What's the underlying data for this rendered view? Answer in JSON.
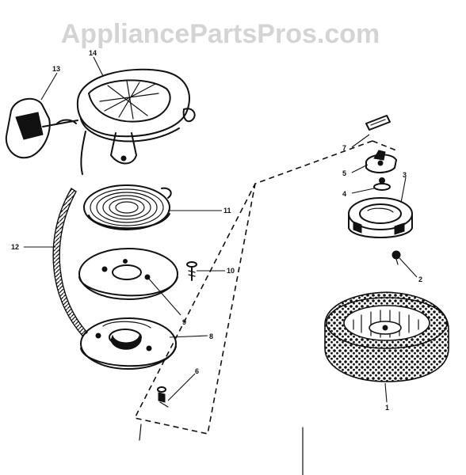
{
  "watermark": {
    "text": "AppliancePartsPros.com",
    "color": "#d4d4d4"
  },
  "callouts": [
    {
      "id": "callout-1",
      "label": "1"
    },
    {
      "id": "callout-2",
      "label": "2"
    },
    {
      "id": "callout-3",
      "label": "3"
    },
    {
      "id": "callout-4",
      "label": "4"
    },
    {
      "id": "callout-5",
      "label": "5"
    },
    {
      "id": "callout-6",
      "label": "6"
    },
    {
      "id": "callout-7",
      "label": "7"
    },
    {
      "id": "callout-8",
      "label": "8"
    },
    {
      "id": "callout-9",
      "label": "9"
    },
    {
      "id": "callout-10",
      "label": "10"
    },
    {
      "id": "callout-11",
      "label": "11"
    },
    {
      "id": "callout-12",
      "label": "12"
    },
    {
      "id": "callout-13",
      "label": "13"
    },
    {
      "id": "callout-14",
      "label": "14"
    }
  ]
}
